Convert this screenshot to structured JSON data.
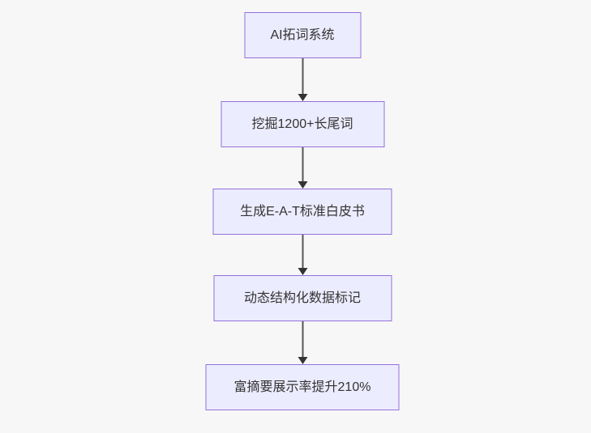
{
  "page": {
    "background": "#f7f7f7"
  },
  "flowchart": {
    "type": "flowchart-top-down",
    "colors": {
      "node_fill": "#ECECFF",
      "node_border": "#9370DB",
      "node_text": "#333333",
      "arrow_line": "#555555",
      "arrow_head": "#333333"
    },
    "nodes": [
      {
        "label": "AI拓词系统"
      },
      {
        "label": "挖掘1200+长尾词"
      },
      {
        "label": "生成E-A-T标准白皮书"
      },
      {
        "label": "动态结构化数据标记"
      },
      {
        "label": "富摘要展示率提升210%"
      }
    ],
    "edges": [
      {
        "from": "AI拓词系统",
        "to": "挖掘1200+长尾词"
      },
      {
        "from": "挖掘1200+长尾词",
        "to": "生成E-A-T标准白皮书"
      },
      {
        "from": "生成E-A-T标准白皮书",
        "to": "动态结构化数据标记"
      },
      {
        "from": "动态结构化数据标记",
        "to": "富摘要展示率提升210%"
      }
    ]
  }
}
